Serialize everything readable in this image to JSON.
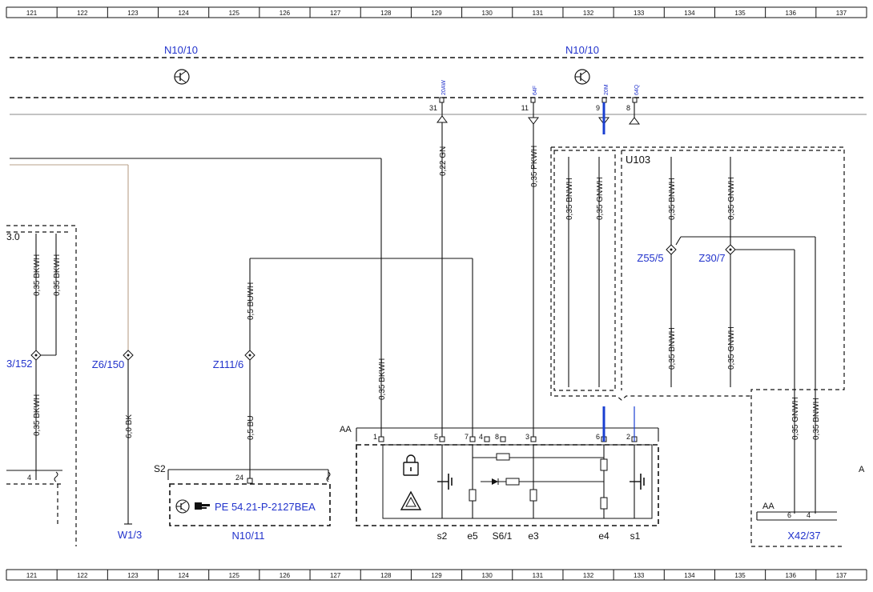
{
  "grid": {
    "columns": [
      "121",
      "122",
      "123",
      "124",
      "125",
      "126",
      "127",
      "128",
      "129",
      "130",
      "131",
      "132",
      "133",
      "134",
      "135",
      "136",
      "137"
    ]
  },
  "components": {
    "n10_left": "N10/10",
    "n10_right": "N10/10",
    "u103": "U103",
    "z55": "Z55/5",
    "z30": "Z30/7",
    "z6": "Z6/150",
    "z111": "Z111/6",
    "z_left": "3/152",
    "w1": "W1/3",
    "s2": "S2",
    "n10_11": "N10/11",
    "x42": "X42/37",
    "s6": "S6/1",
    "frag_3_0": "3.0",
    "frag_a": "A"
  },
  "pin_codes": {
    "p31": "20AW",
    "p11": "64F",
    "p9": "20M",
    "p8": "64Q"
  },
  "pin_numbers": {
    "p31": "31",
    "p11": "11",
    "p9": "9",
    "p8": "8",
    "aa": [
      "1",
      "5",
      "7",
      "4",
      "8",
      "3",
      "6",
      "2"
    ],
    "x42": [
      "6",
      "4"
    ],
    "left_4": "4",
    "s2_24": "24"
  },
  "wires": {
    "w_gn": "0,22 GN",
    "w_pkwh": "0,35 PKWH",
    "w_bnwh1": "0,35 BNWH",
    "w_gnwh1": "0,35 GNWH",
    "w_bnwh2": "0,35 BNWH",
    "w_gnwh2": "0,35 GNWH",
    "w_bnwh3": "0,35 BNWH",
    "w_gnwh3": "0,35 GNWH",
    "w_bkwh_a": "0,35 BKWH",
    "w_bkwh_b": "0,35 BKWH",
    "w_bkwh_c": "0,35 BKWH",
    "w_bkwh_d": "0,35 BKWH",
    "w_buwh": "0,5 BUWH",
    "w_bu": "0,5 BU",
    "w_bk": "6,0 BK",
    "w_gnwh4": "0,35 GNWH",
    "w_bnwh4": "0,35 BNWH"
  },
  "terminals": {
    "aa_main": "AA",
    "aa_x42": "AA",
    "s2": "s2",
    "e5": "e5",
    "e3": "e3",
    "e4": "e4",
    "s1": "s1"
  },
  "reference": "PE 54.21-P-2127BEA",
  "colors": {
    "label_blue": "#2233cc",
    "wire_blue": "#1a3fd1",
    "wire_brown": "#b8a088"
  }
}
